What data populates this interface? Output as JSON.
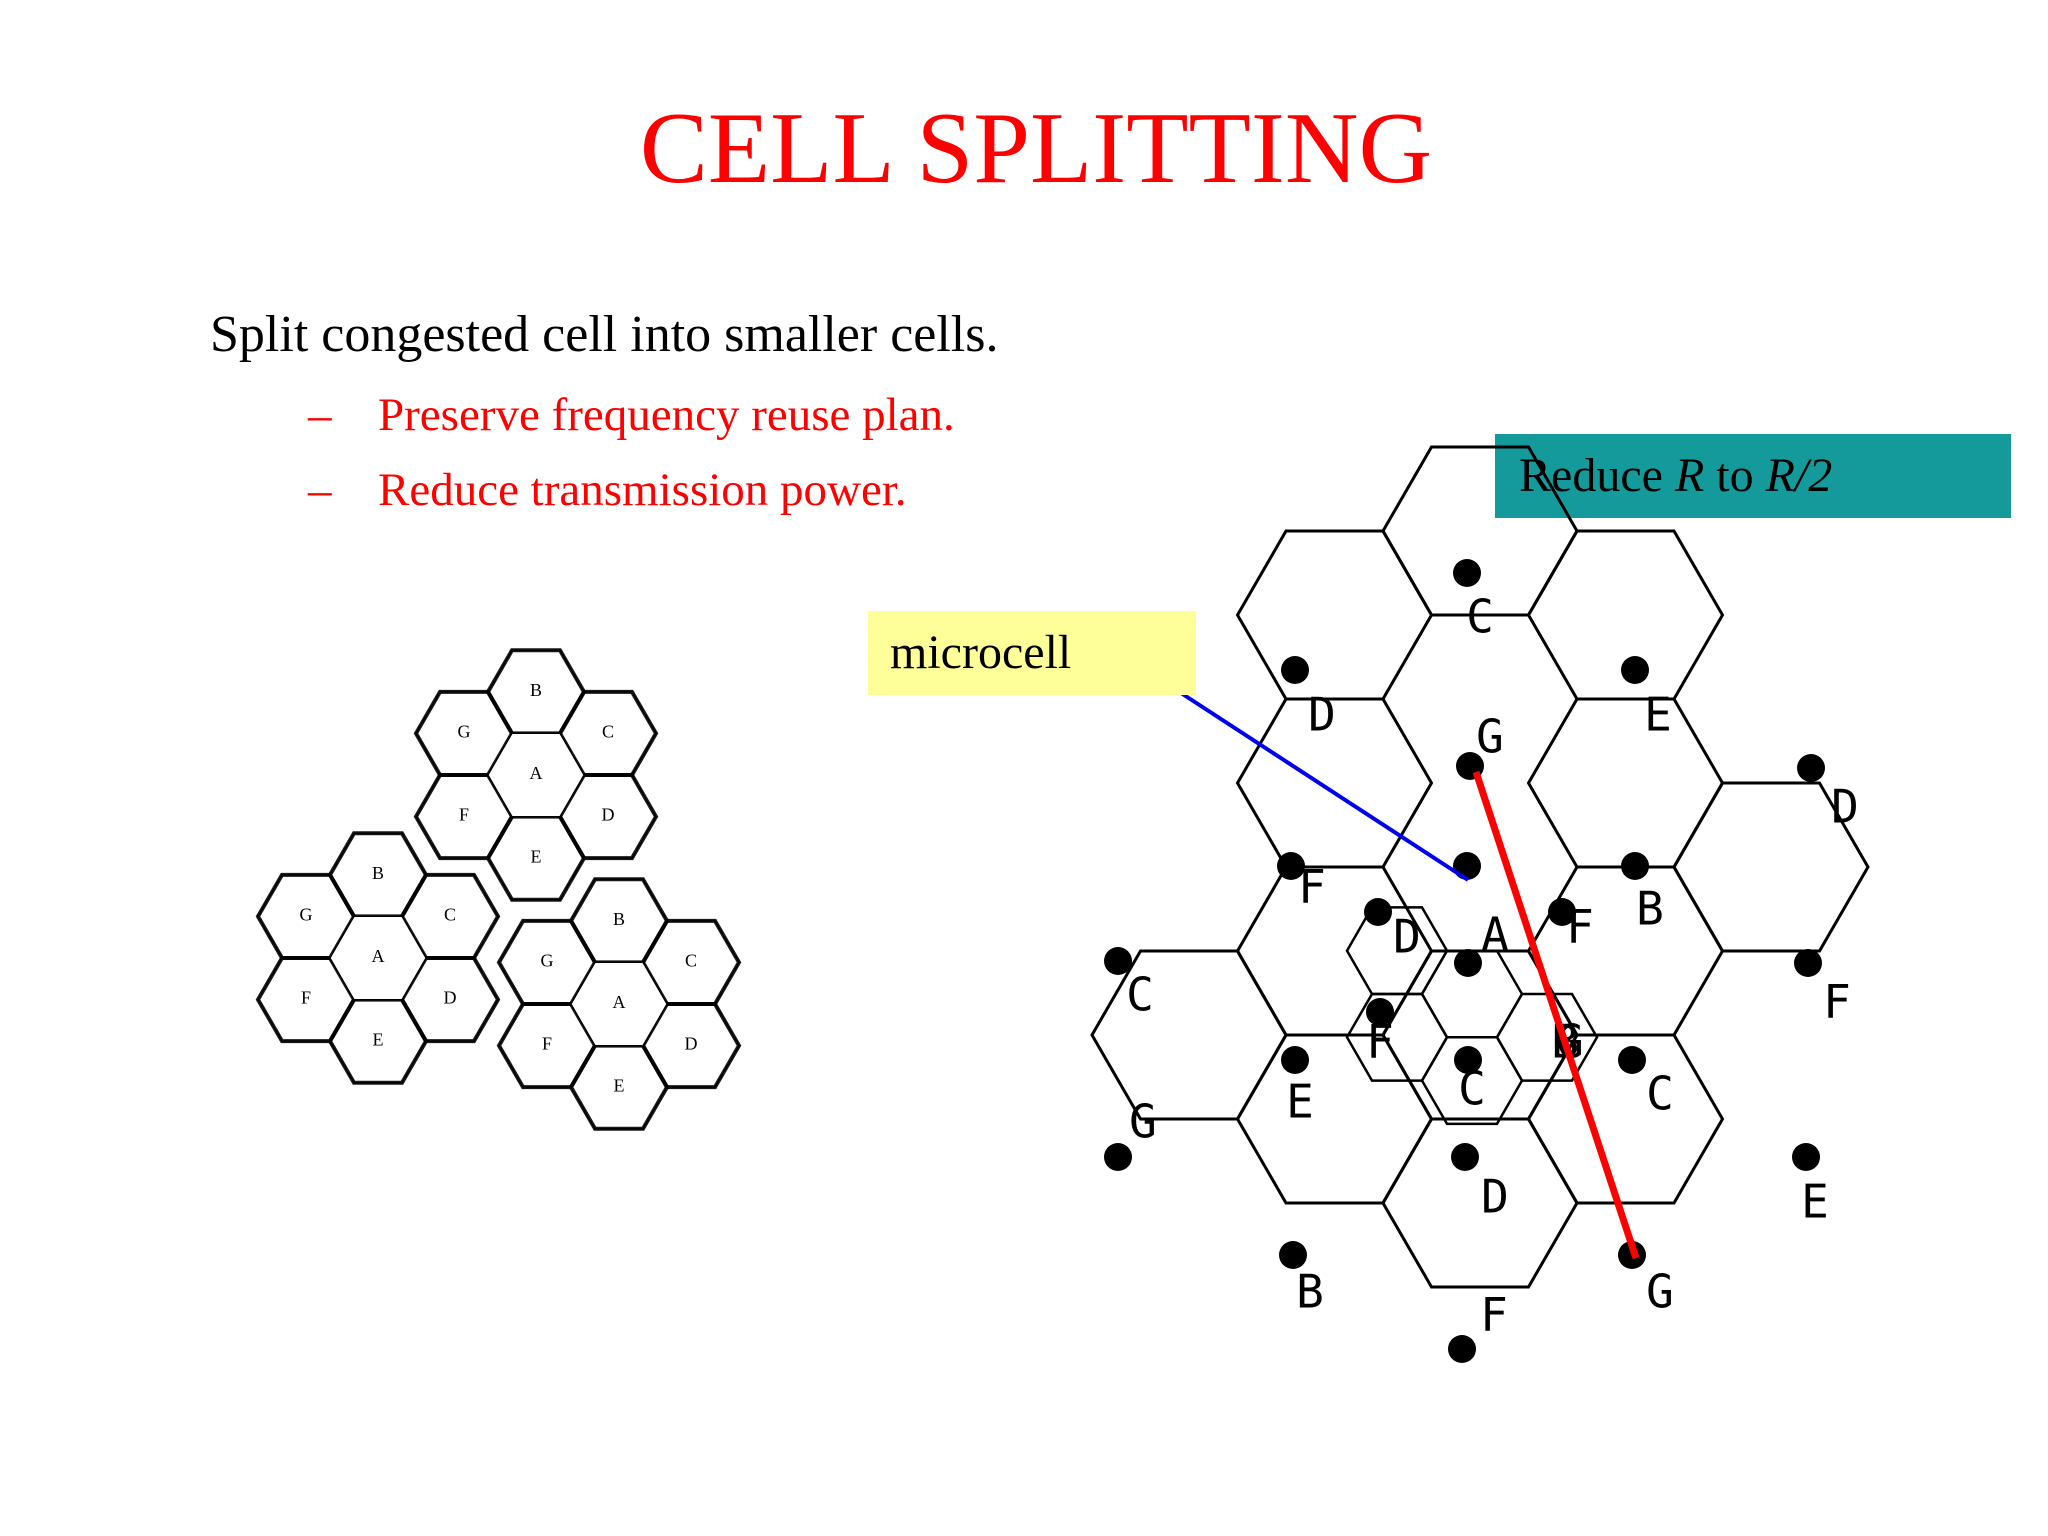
{
  "title": "CELL SPLITTING",
  "bullets": {
    "main": "Split congested cell into smaller cells.",
    "dash": "–",
    "subs": [
      "Preserve frequency reuse plan.",
      "Reduce transmission power."
    ]
  },
  "reduce_box": {
    "prefix": "Reduce ",
    "r": "R",
    "mid": " to ",
    "r2": "R/2"
  },
  "microcell_label": "microcell",
  "left_cluster_letters": [
    "B",
    "G",
    "C",
    "A",
    "F",
    "D",
    "E",
    "B",
    "G",
    "C",
    "A",
    "F",
    "D",
    "E",
    "B",
    "G",
    "C",
    "A",
    "F",
    "D",
    "E"
  ],
  "right_large_letters": [
    "C",
    "D",
    "E",
    "G",
    "D",
    "F",
    "F",
    "B",
    "C",
    "F",
    "G",
    "E",
    "C",
    "E",
    "D",
    "B",
    "G",
    "F"
  ],
  "right_small_letters": [
    "D",
    "A",
    "F",
    "C",
    "B",
    "G"
  ],
  "colors": {
    "title": "#ff0000",
    "subs": "#ff0000",
    "reduce_box": "#159a9c",
    "microcell_box": "#ffff99",
    "blue_line": "#0000ee",
    "red_line": "#ff0000"
  }
}
